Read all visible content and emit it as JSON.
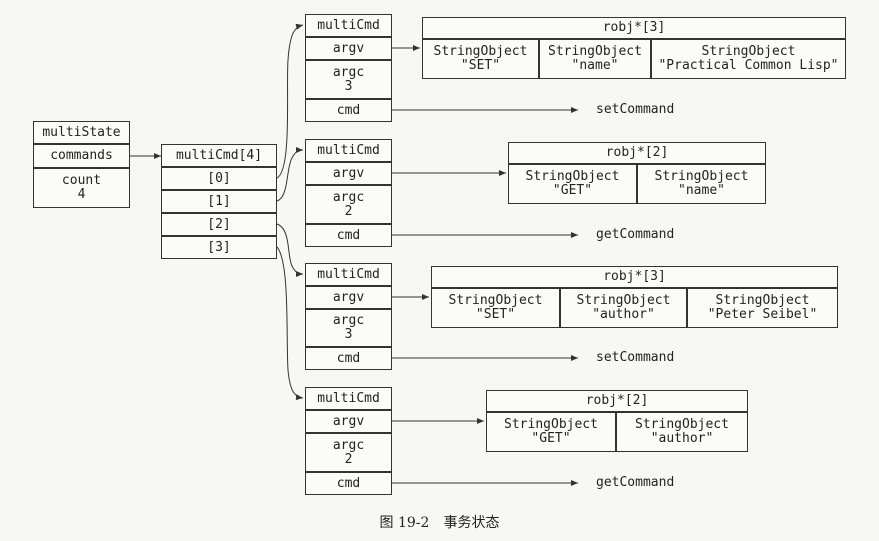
{
  "multiState": {
    "title": "multiState",
    "commands": "commands",
    "count_label": "count",
    "count_value": "4"
  },
  "commands_array": {
    "title": "multiCmd[4]",
    "items": [
      "[0]",
      "[1]",
      "[2]",
      "[3]"
    ]
  },
  "multi_cmds": [
    {
      "title": "multiCmd",
      "argv": "argv",
      "argc_label": "argc",
      "argc_value": "3",
      "cmd": "cmd",
      "command_name": "setCommand",
      "args": {
        "title": "robj*[3]",
        "objects": [
          {
            "type": "StringObject",
            "value": "\"SET\""
          },
          {
            "type": "StringObject",
            "value": "\"name\""
          },
          {
            "type": "StringObject",
            "value": "\"Practical Common Lisp\""
          }
        ]
      }
    },
    {
      "title": "multiCmd",
      "argv": "argv",
      "argc_label": "argc",
      "argc_value": "2",
      "cmd": "cmd",
      "command_name": "getCommand",
      "args": {
        "title": "robj*[2]",
        "objects": [
          {
            "type": "StringObject",
            "value": "\"GET\""
          },
          {
            "type": "StringObject",
            "value": "\"name\""
          }
        ]
      }
    },
    {
      "title": "multiCmd",
      "argv": "argv",
      "argc_label": "argc",
      "argc_value": "3",
      "cmd": "cmd",
      "command_name": "setCommand",
      "args": {
        "title": "robj*[3]",
        "objects": [
          {
            "type": "StringObject",
            "value": "\"SET\""
          },
          {
            "type": "StringObject",
            "value": "\"author\""
          },
          {
            "type": "StringObject",
            "value": "\"Peter Seibel\""
          }
        ]
      }
    },
    {
      "title": "multiCmd",
      "argv": "argv",
      "argc_label": "argc",
      "argc_value": "2",
      "cmd": "cmd",
      "command_name": "getCommand",
      "args": {
        "title": "robj*[2]",
        "objects": [
          {
            "type": "StringObject",
            "value": "\"GET\""
          },
          {
            "type": "StringObject",
            "value": "\"author\""
          }
        ]
      }
    }
  ],
  "caption": "图 19-2　事务状态",
  "colors": {
    "line": "#333333",
    "box_fill": "#fbfbfa",
    "background": "#f7f7f6"
  }
}
